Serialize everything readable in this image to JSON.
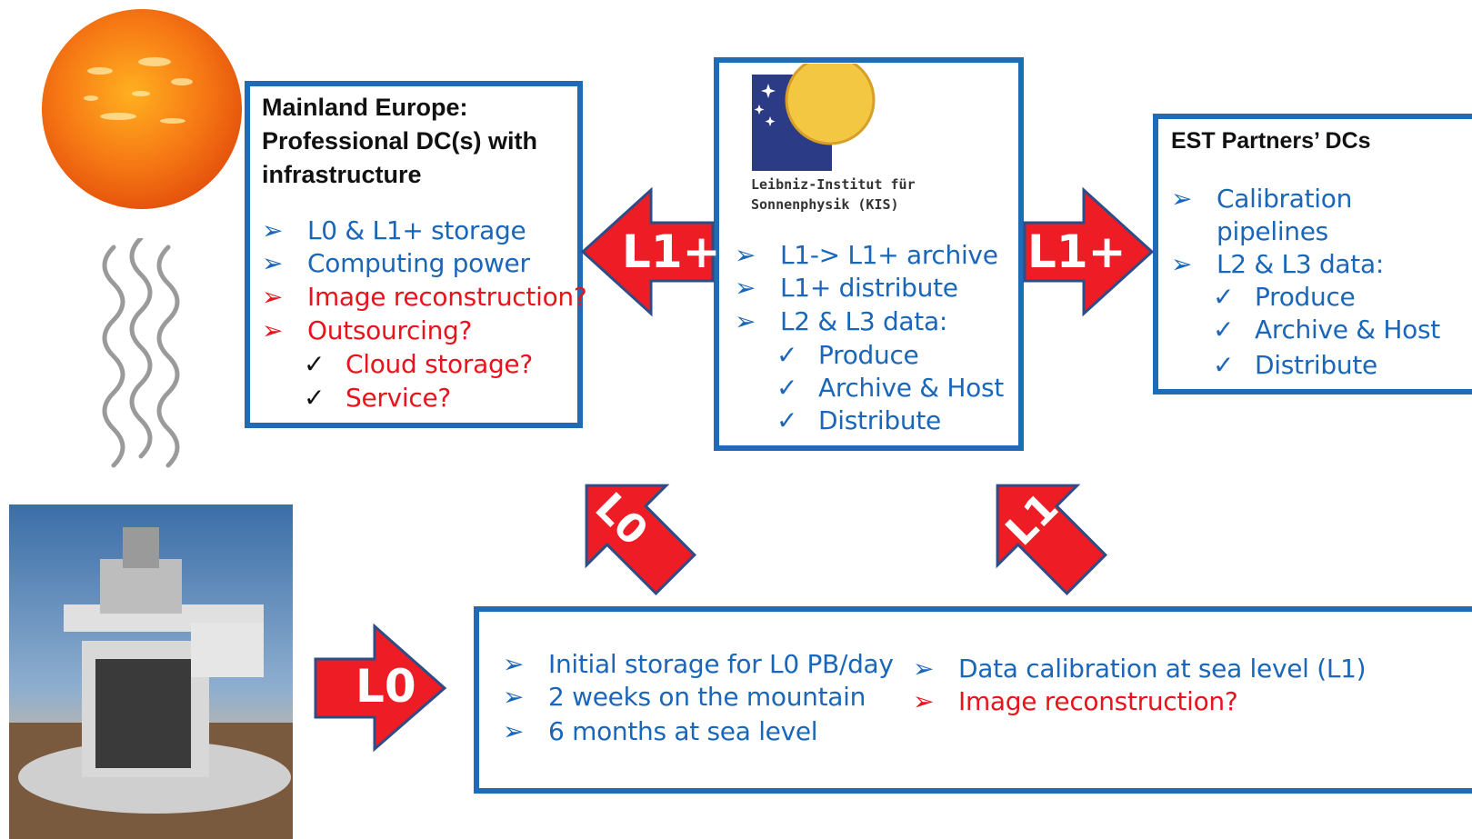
{
  "europe": {
    "heading": [
      "Mainland Europe:",
      "Professional DC(s) with",
      "infrastructure"
    ],
    "items": [
      {
        "marker": "➢",
        "text": "L0 & L1+ storage",
        "color": "blue"
      },
      {
        "marker": "➢",
        "text": "Computing power",
        "color": "blue"
      },
      {
        "marker": "➢",
        "text": "Image reconstruction?",
        "color": "red"
      },
      {
        "marker": "➢",
        "text": "Outsourcing?",
        "color": "red"
      },
      {
        "marker": "✓",
        "text": "Cloud storage?",
        "color": "red"
      },
      {
        "marker": "✓",
        "text": "Service?",
        "color": "red"
      }
    ]
  },
  "kis": {
    "logo_text": [
      "Leibniz-Institut für",
      "Sonnenphysik (KIS)"
    ],
    "items": [
      {
        "marker": "➢",
        "text": "L1-> L1+ archive"
      },
      {
        "marker": "➢",
        "text": "L1+ distribute"
      },
      {
        "marker": "➢",
        "text": "L2 & L3 data:"
      },
      {
        "marker": "✓",
        "text": "Produce"
      },
      {
        "marker": "✓",
        "text": "Archive & Host"
      },
      {
        "marker": "✓",
        "text": "Distribute"
      }
    ]
  },
  "partners": {
    "heading": "EST Partners’ DCs",
    "items": [
      {
        "marker": "➢",
        "text": "Calibration"
      },
      {
        "marker": "",
        "text": "pipelines"
      },
      {
        "marker": "➢",
        "text": "L2 & L3 data:"
      },
      {
        "marker": "✓",
        "text": "Produce"
      },
      {
        "marker": "✓",
        "text": "Archive & Host"
      },
      {
        "marker": "✓",
        "text": "Distribute"
      }
    ]
  },
  "site": {
    "col1": [
      {
        "marker": "➢",
        "text": "Initial storage for L0 PB/day"
      },
      {
        "marker": "➢",
        "text": "2 weeks on the mountain"
      },
      {
        "marker": "➢",
        "text": "6 months at sea level"
      }
    ],
    "col2": [
      {
        "marker": "➢",
        "text": "Data calibration at sea level (L1)",
        "color": "blue"
      },
      {
        "marker": "➢",
        "text": "Image reconstruction?",
        "color": "red"
      }
    ]
  },
  "arrows": {
    "to_europe": "L1+",
    "to_partners": "L1+",
    "telescope_to_site": "L0",
    "site_to_europe": "L0",
    "site_to_kis": "L1"
  },
  "colors": {
    "box_border": "#1f6bb5",
    "text_blue": "#1a66b8",
    "text_red": "#e8131b",
    "arrow_fill": "#ee1c24",
    "arrow_stroke": "#2e4c86"
  }
}
